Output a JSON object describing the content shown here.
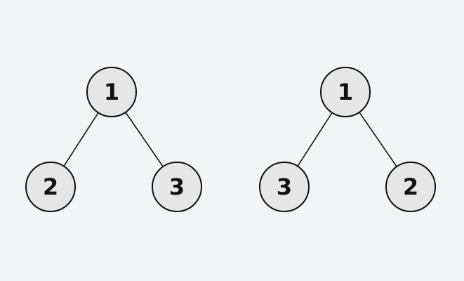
{
  "colors": {
    "background": "#f3f4f6",
    "node_fill": "#e6e6e6",
    "node_stroke": "#111111",
    "text": "#111111",
    "edge": "#111111"
  },
  "trees": [
    {
      "root": {
        "label": "1"
      },
      "left": {
        "label": "2"
      },
      "right": {
        "label": "3"
      }
    },
    {
      "root": {
        "label": "1"
      },
      "left": {
        "label": "3"
      },
      "right": {
        "label": "2"
      }
    }
  ]
}
